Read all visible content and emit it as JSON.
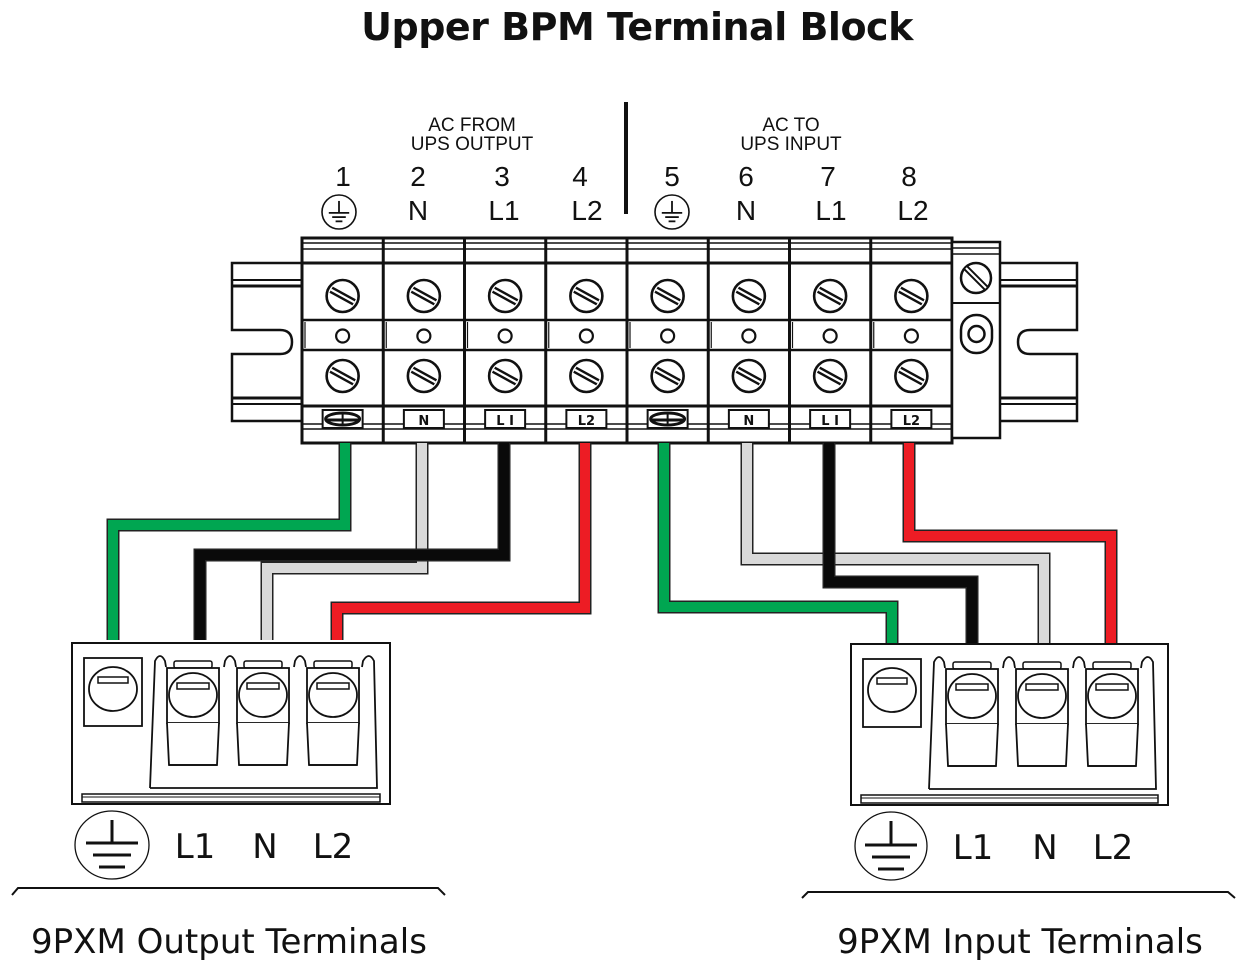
{
  "title": "Upper BPM Terminal Block",
  "sections": {
    "left": {
      "line1": "AC FROM",
      "line2": "UPS OUTPUT"
    },
    "right": {
      "line1": "AC TO",
      "line2": "UPS INPUT"
    }
  },
  "terminals": [
    {
      "number": "1",
      "label": "ground",
      "tag": "ground"
    },
    {
      "number": "2",
      "label": "N",
      "tag": "N"
    },
    {
      "number": "3",
      "label": "L1",
      "tag": "L I"
    },
    {
      "number": "4",
      "label": "L2",
      "tag": "L2"
    },
    {
      "number": "5",
      "label": "ground",
      "tag": "ground"
    },
    {
      "number": "6",
      "label": "N",
      "tag": "N"
    },
    {
      "number": "7",
      "label": "L1",
      "tag": "L I"
    },
    {
      "number": "8",
      "label": "L2",
      "tag": "L2"
    }
  ],
  "wire_colors": {
    "ground": "#00a651",
    "neutral": "#d9d9d9",
    "l1": "#0a0a0a",
    "l2": "#ed1c24"
  },
  "output_block": {
    "labels": [
      "L1",
      "N",
      "L2"
    ],
    "caption": "9PXM Output Terminals"
  },
  "input_block": {
    "labels": [
      "L1",
      "N",
      "L2"
    ],
    "caption": "9PXM Input Terminals"
  }
}
